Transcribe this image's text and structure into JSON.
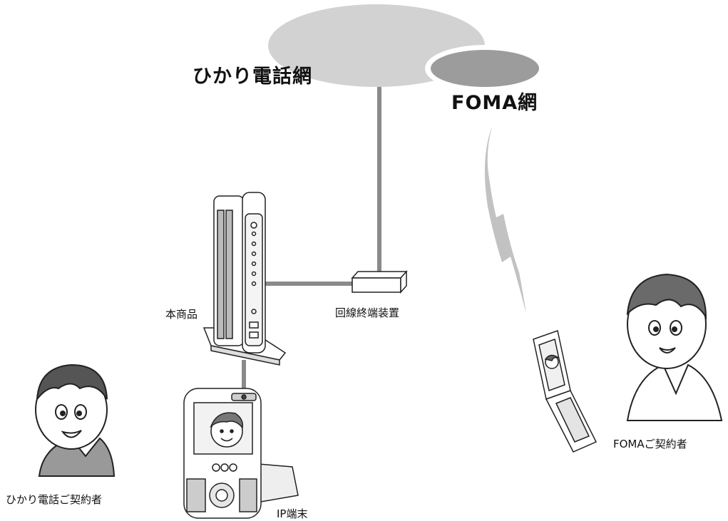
{
  "networks": {
    "hikari": "ひかり電話網",
    "foma": "FOMA網"
  },
  "devices": {
    "router": "本商品",
    "onu": "回線終端装置",
    "ip_terminal": "IP端末"
  },
  "people": {
    "hikari_user": "ひかり電話ご契約者",
    "foma_user": "FOMAご契約者"
  },
  "colors": {
    "hikari_cloud": "#d2d2d2",
    "foma_cloud": "#9c9c9c",
    "link_line": "#8a8a8a",
    "wireless_bolt": "#c2c2c2"
  }
}
